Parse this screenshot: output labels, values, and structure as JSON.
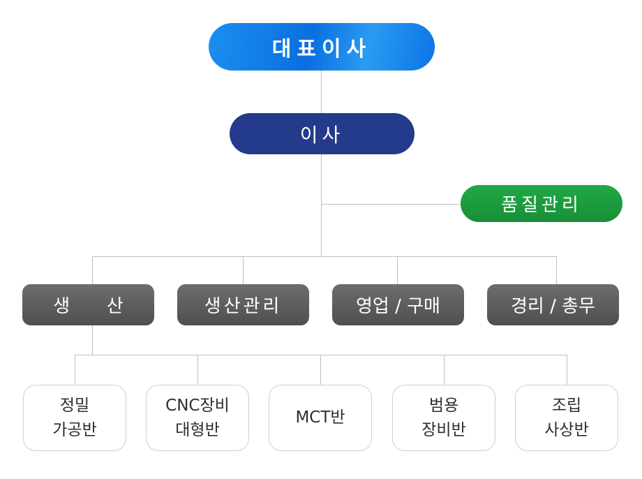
{
  "ceo": "대표이사",
  "director": "이사",
  "quality": "품질관리",
  "departments": {
    "production_left": "생",
    "production_right": "산",
    "production_mgmt": "생산관리",
    "sales": "영업 / 구매",
    "accounting": "경리 / 총무"
  },
  "teams": [
    {
      "line1": "정밀",
      "line2": "가공반"
    },
    {
      "line1": "CNC장비",
      "line2": "대형반"
    },
    {
      "line1": "MCT반",
      "line2": ""
    },
    {
      "line1": "범용",
      "line2": "장비반"
    },
    {
      "line1": "조립",
      "line2": "사상반"
    }
  ],
  "colors": {
    "ceo": "#0a6fe0",
    "director": "#243a8a",
    "quality": "#178f37",
    "department": "#5a5a5a",
    "connector": "#bdbdbd"
  }
}
